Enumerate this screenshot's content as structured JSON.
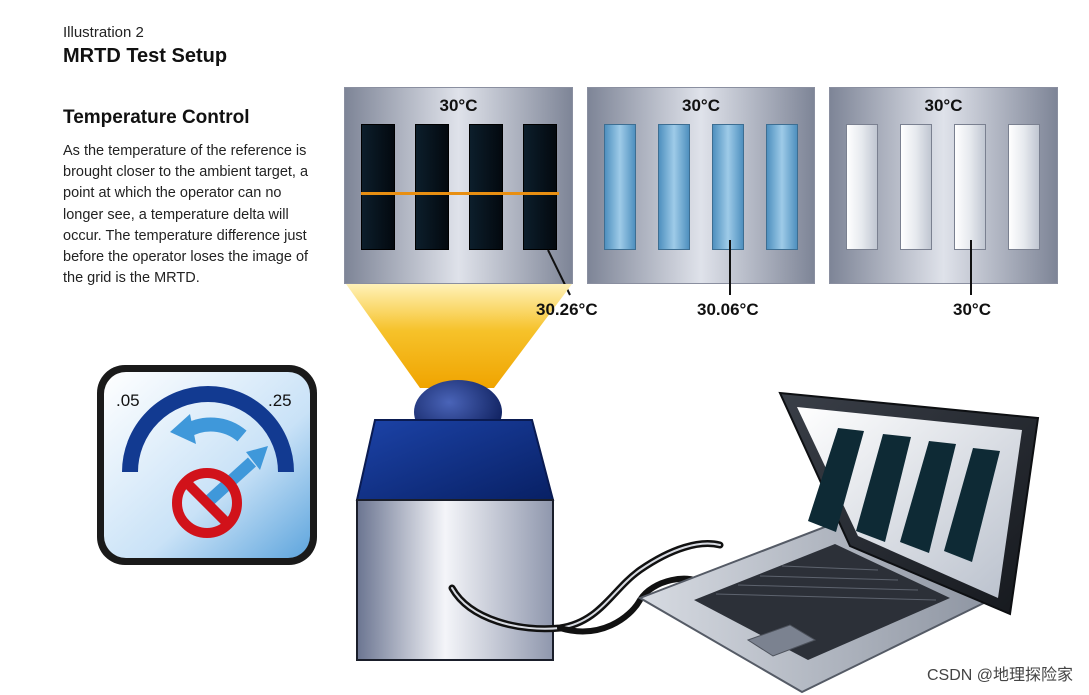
{
  "header": {
    "kicker": "Illustration 2",
    "title": "MRTD Test Setup"
  },
  "section": {
    "heading": "Temperature Control",
    "body": "As the temperature of the reference is brought closer to the ambient target, a point at which the operator can no longer see, a temperature delta will occur. The temperature difference just before the operator loses the image of the grid is the MRTD."
  },
  "panels": [
    {
      "temp": "30°C",
      "reading": "30.26°C"
    },
    {
      "temp": "30°C",
      "reading": "30.06°C"
    },
    {
      "temp": "30°C",
      "reading": "30°C"
    }
  ],
  "dial": {
    "min_label": ".05",
    "max_label": ".25",
    "icons": [
      "gauge-icon",
      "rotate-arrow-icon",
      "no-sign-icon"
    ]
  },
  "watermark": "CSDN @地理探险家",
  "colors": {
    "beam": "#f4b400",
    "scan_line": "#e88f12",
    "camera_blue": "#0f2f86",
    "dial_blue": "#123a91",
    "no_sign_red": "#d1121a"
  }
}
